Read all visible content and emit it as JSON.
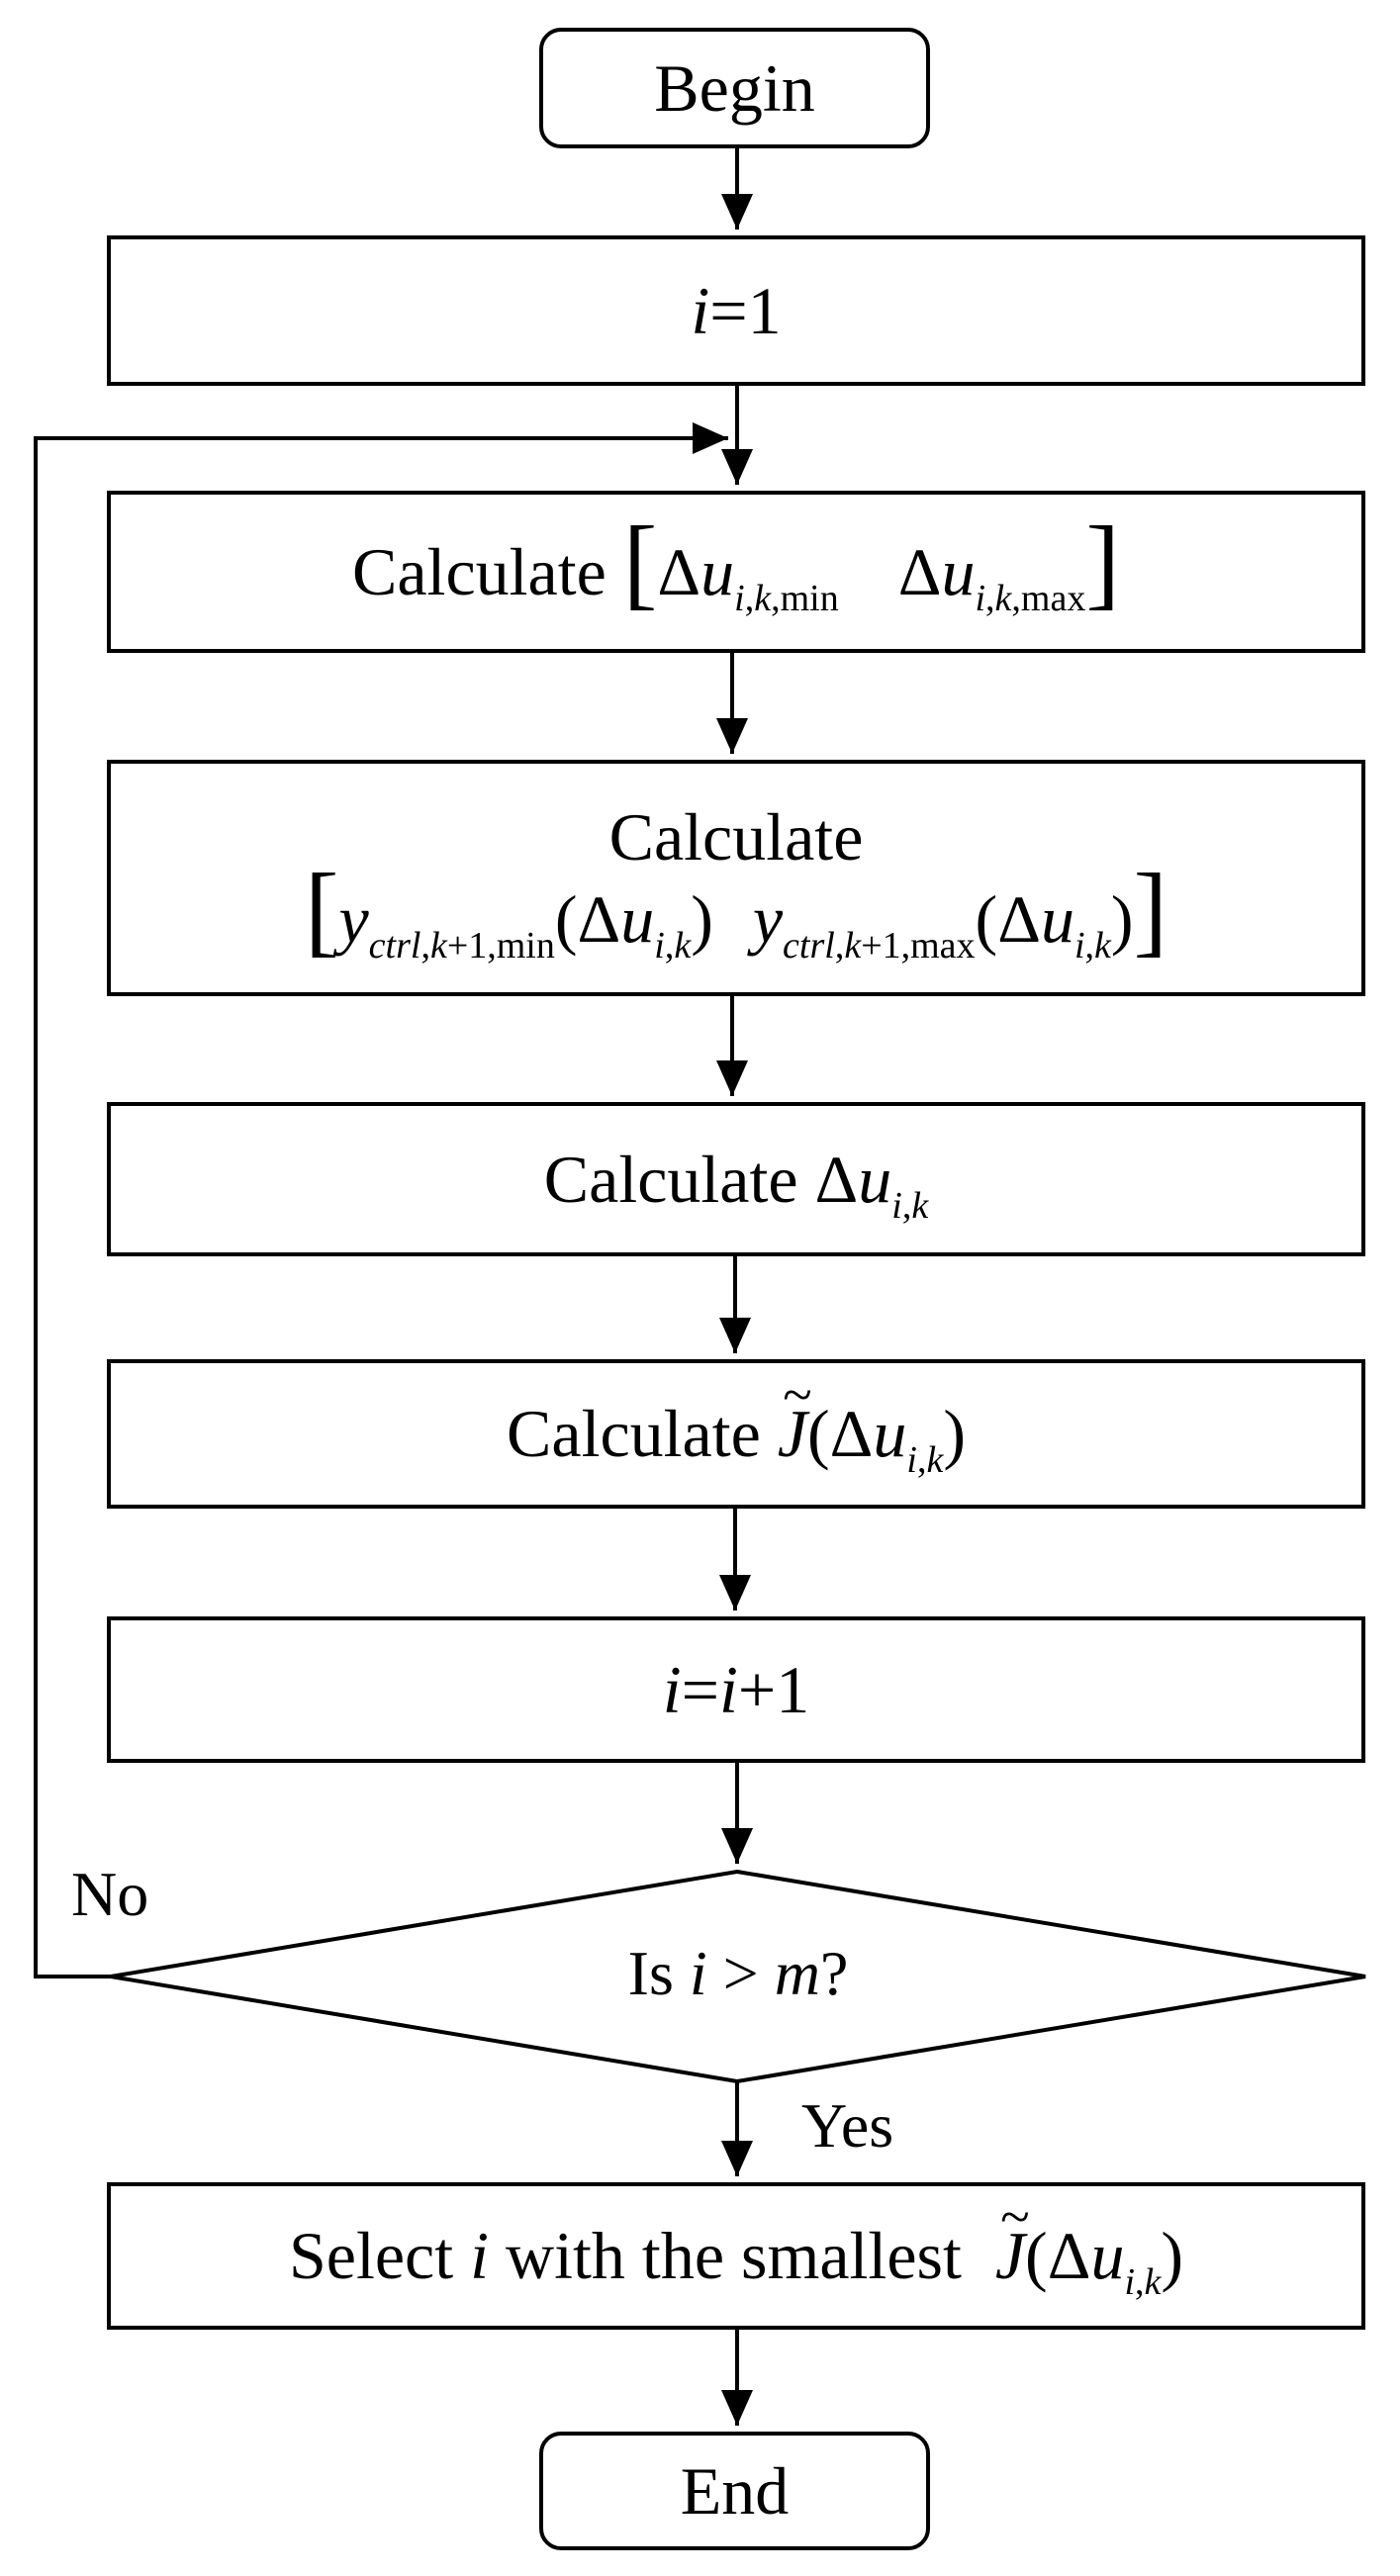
{
  "nodes": {
    "begin": "Begin",
    "init": {
      "var": "i",
      "eq": "=1"
    },
    "step1": {
      "verb": "Calculate",
      "delta": "Δ",
      "u": "u",
      "sub_min_i": "i",
      "sub_min_k": "k",
      "min": ",min",
      "sub_max_i": "i",
      "sub_max_k": "k",
      "max": ",max"
    },
    "step2": {
      "verb": "Calculate",
      "y": "y",
      "ctrl": "ctrl",
      "k": "k",
      "plus1_min": "+1,min",
      "plus1_max": "+1,max",
      "delta": "Δ",
      "u": "u",
      "i": "i",
      "kk": "k"
    },
    "step3": {
      "verb": "Calculate",
      "delta": "Δ",
      "u": "u",
      "i": "i",
      "k": "k"
    },
    "step4": {
      "verb": "Calculate",
      "J": "J",
      "delta": "Δ",
      "u": "u",
      "i": "i",
      "k": "k"
    },
    "increment": {
      "i1": "i",
      "eq": "=",
      "i2": "i",
      "plus": "+1"
    },
    "decision": {
      "is": "Is",
      "i": "i",
      "gt": ">",
      "m": "m",
      "q": "?"
    },
    "select": {
      "pre": "Select",
      "i": "i",
      "post": "with the smallest",
      "J": "J",
      "delta": "Δ",
      "u": "u",
      "si": "i",
      "sk": "k"
    },
    "end": "End"
  },
  "labels": {
    "no": "No",
    "yes": "Yes"
  }
}
